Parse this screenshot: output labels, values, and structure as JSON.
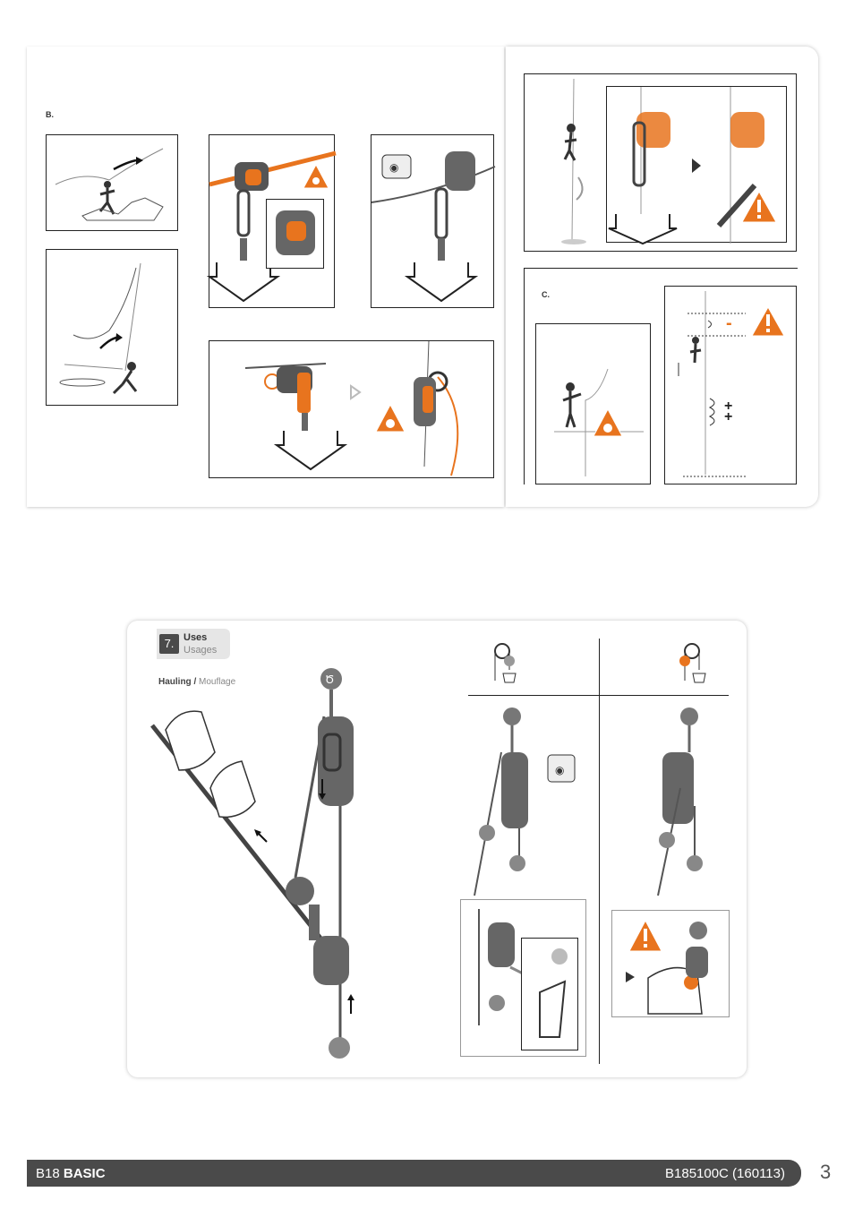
{
  "top_section": {
    "label_b": "B.",
    "label_c": "C."
  },
  "uses": {
    "number": "7.",
    "title": "Uses",
    "subtitle": "Usages",
    "hauling_bold": "Hauling /",
    "hauling_light": "Mouflage"
  },
  "warning_signs": {
    "minus": "-",
    "plus_plus": "+\n+"
  },
  "footer": {
    "model_prefix": "B18",
    "model_name": "BASIC",
    "doc_ref": "B185100C (160113)",
    "page_number": "3"
  },
  "colors": {
    "accent": "#e8741e",
    "footer_bg": "#4a4a4a",
    "line": "#222222"
  }
}
